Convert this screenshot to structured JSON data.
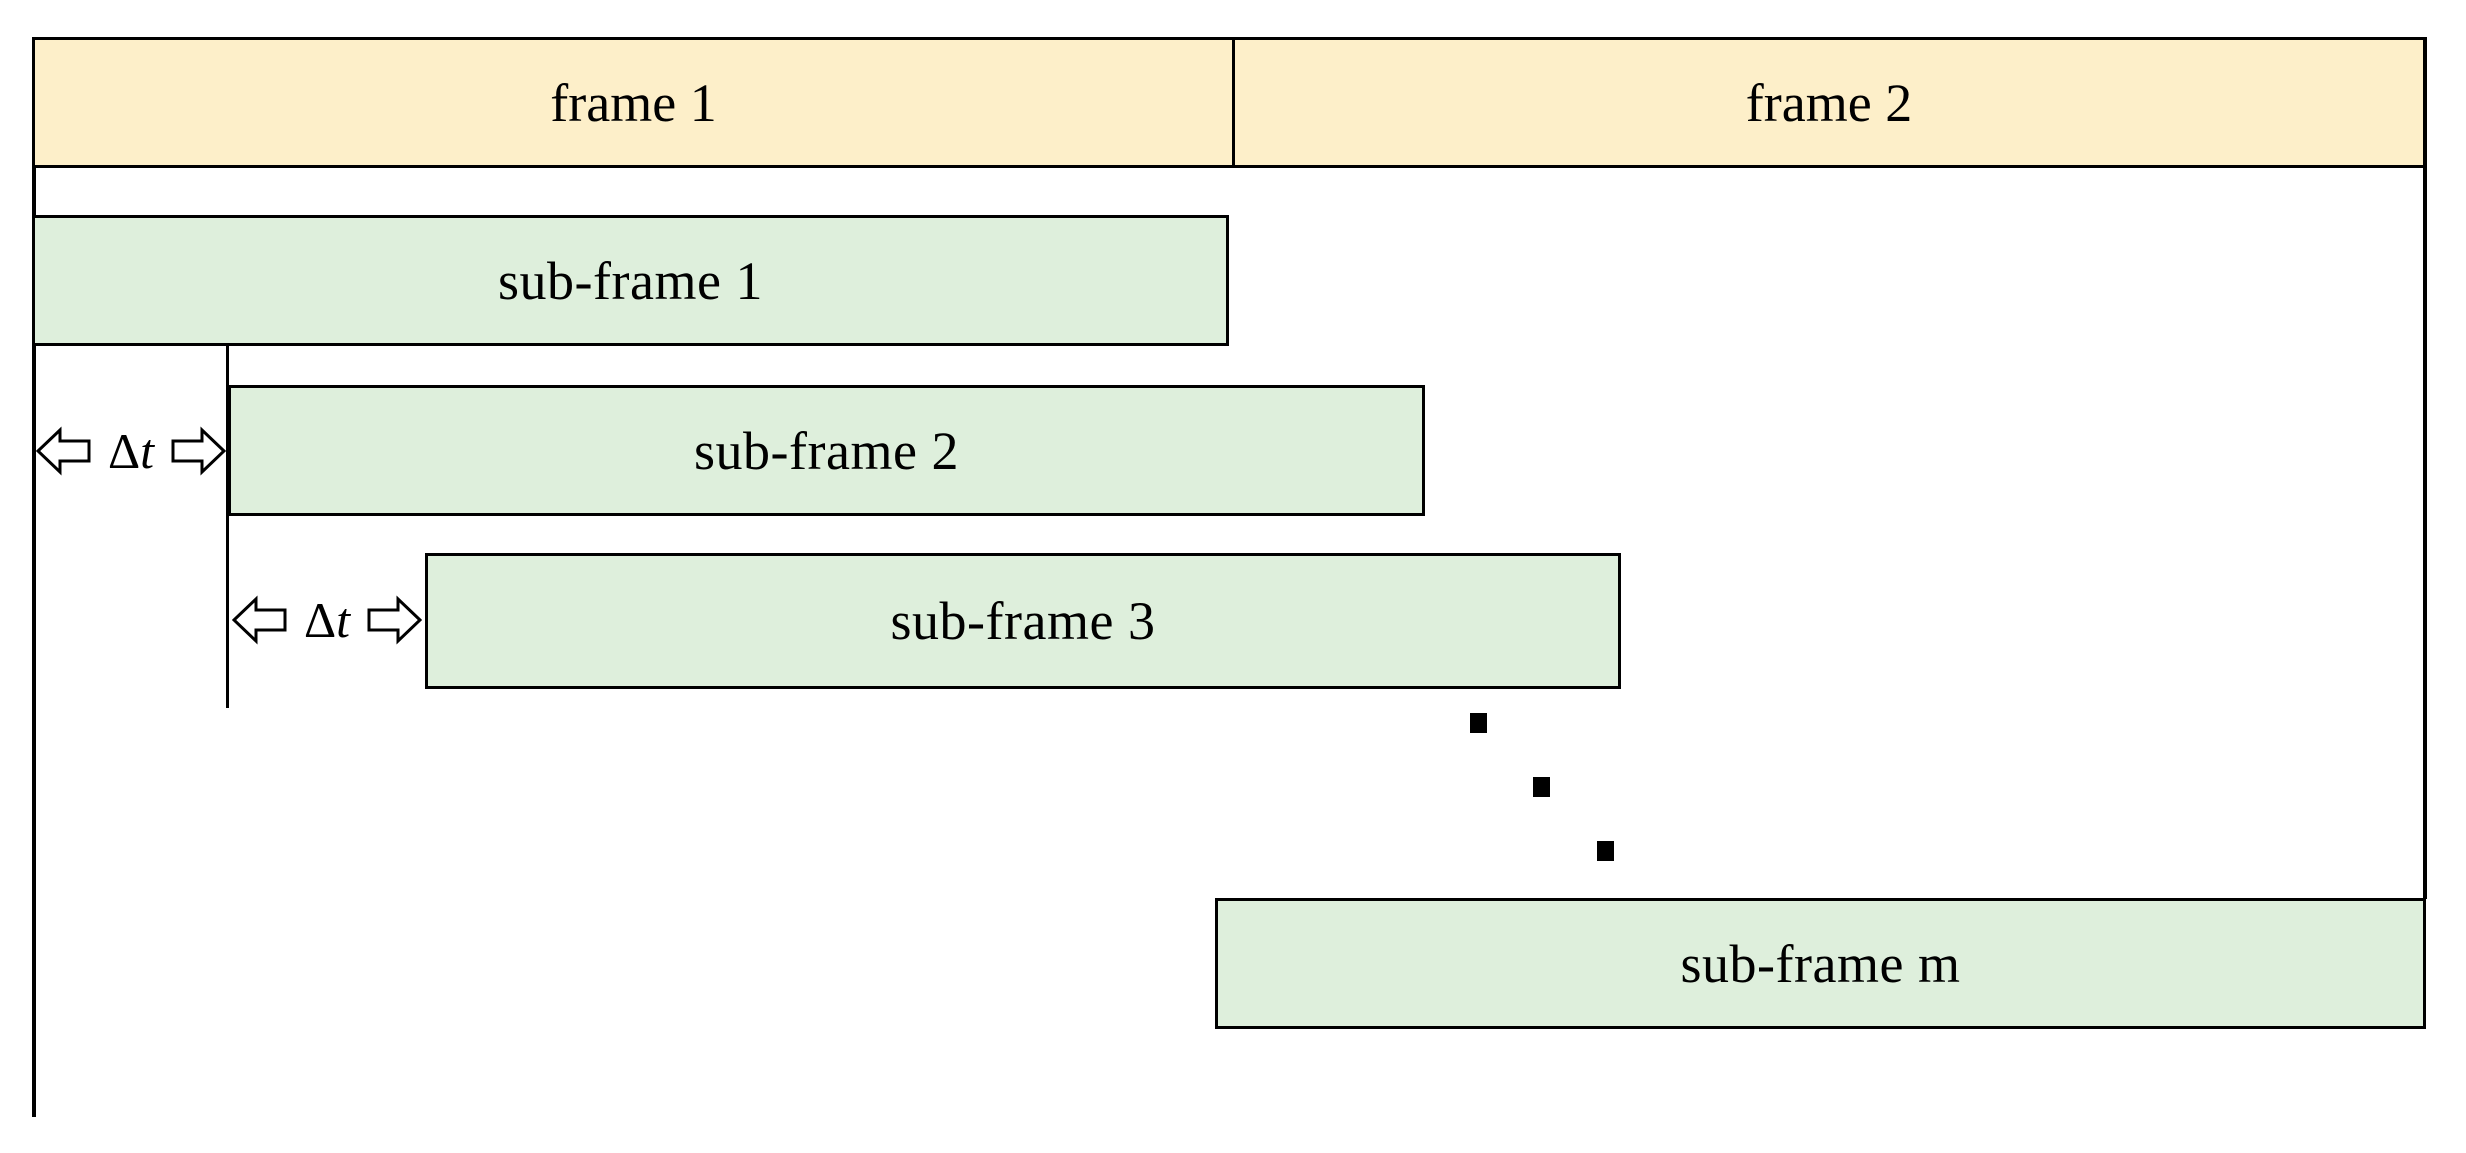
{
  "diagram": {
    "title": "frame and sub-frame timing diagram",
    "colors": {
      "frame_fill": "#fdefc9",
      "subframe_fill": "#deefdc",
      "stroke": "#000000",
      "background": "#ffffff"
    },
    "frames": [
      {
        "label": "frame 1"
      },
      {
        "label": "frame 2"
      }
    ],
    "subframes": [
      {
        "label": "sub-frame 1"
      },
      {
        "label": "sub-frame 2"
      },
      {
        "label": "sub-frame 3"
      },
      {
        "label": "sub-frame m"
      }
    ],
    "offsets": [
      {
        "symbol": "Δ",
        "variable": "t",
        "left_arrow": "⇦",
        "right_arrow": "⇨"
      },
      {
        "symbol": "Δ",
        "variable": "t",
        "left_arrow": "⇦",
        "right_arrow": "⇨"
      }
    ],
    "ellipsis": {
      "dots": 3,
      "meaning": "continuation between sub-frame 3 and sub-frame m"
    }
  }
}
